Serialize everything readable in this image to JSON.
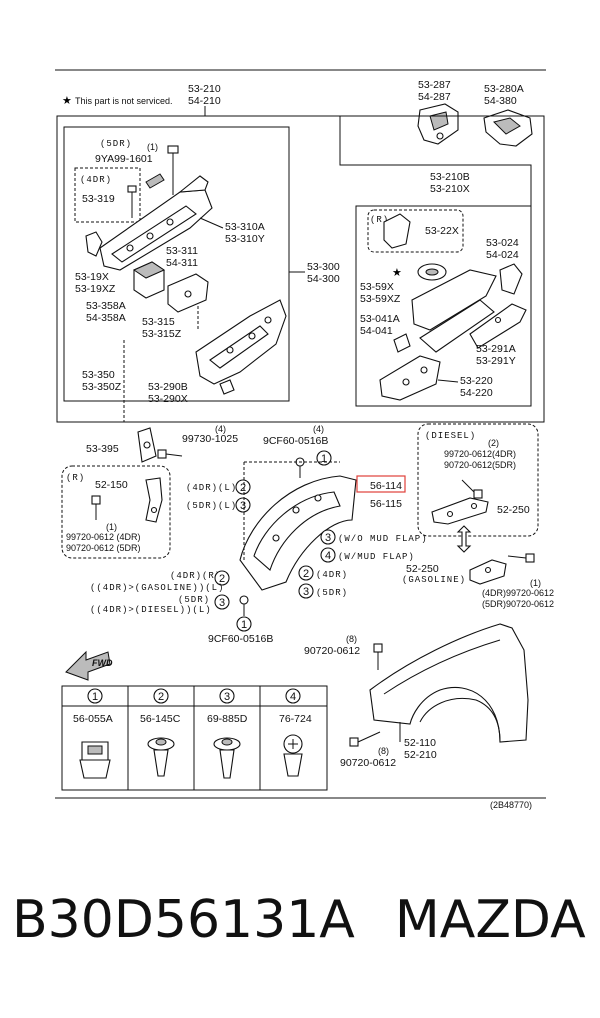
{
  "note": "This part is not serviced.",
  "labels": {
    "l53210": "53-210",
    "l54210": "54-210",
    "l53287": "53-287",
    "l54287": "54-287",
    "l53280a": "53-280A",
    "l54380": "54-380",
    "l53210b": "53-210B",
    "l53210x": "53-210X",
    "l5dr_a": "(5DR)",
    "l1_a": "(1)",
    "l9ya99": "9YA99-1601",
    "l4dr_a": "(4DR)",
    "l53319": "53-319",
    "l53310a": "53-310A",
    "l53310y": "53-310Y",
    "l53311": "53-311",
    "l54311": "54-311",
    "l5319x": "53-19X",
    "l5319xz": "53-19XZ",
    "l53358a": "53-358A",
    "l54358a": "54-358A",
    "l53315": "53-315",
    "l53315z": "53-315Z",
    "l53300": "53-300",
    "l54300": "54-300",
    "l53350": "53-350",
    "l53350z": "53-350Z",
    "l53290b": "53-290B",
    "l53290x": "53-290X",
    "lr_a": "(R)",
    "l5322x": "53-22X",
    "l53024": "53-024",
    "l54024": "54-024",
    "l5359x": "53-59X",
    "l5359xz": "53-59XZ",
    "l53041a": "53-041A",
    "l54041": "54-041",
    "l53291a": "53-291A",
    "l53291y": "53-291Y",
    "l53220": "53-220",
    "l54220": "54-220",
    "l53395": "53-395",
    "l4_a": "(4)",
    "l99730": "99730-1025",
    "l4_b": "(4)",
    "l9cf60a": "9CF60-0516B",
    "ldiesel": "(DIESEL)",
    "lr_b": "(R)",
    "l52150": "52-150",
    "l4drl": "(4DR)(L)",
    "l5drl": "(5DR)(L)",
    "l56114": "56-114",
    "l56115": "56-115",
    "l1_b": "(1)",
    "l99720a": "99720-0612 (4DR)",
    "l90720a": "90720-0612 (5DR)",
    "l2_a": "(2)",
    "l99720b": "99720-0612(4DR)",
    "l90720b": "90720-0612(5DR)",
    "l52250a": "52-250",
    "lwomud": "(W/O MUD FLAP)",
    "lwmud": "(W/MUD FLAP)",
    "l4drr": "(4DR)(R)",
    "l4drgas": "((4DR)>(GASOLINE))(L)",
    "l5drr": "(5DR)",
    "l4drdiesel": "((4DR)>(DIESEL))(L)",
    "l4dr_b": "(4DR)",
    "l5dr_b": "(5DR)",
    "l52250b": "52-250",
    "lgasoline": "(GASOLINE)",
    "l1_c": "(1)",
    "l99720c": "(4DR)99720-0612",
    "l90720c": "(5DR)90720-0612",
    "l9cf60b": "9CF60-0516B",
    "l8_a": "(8)",
    "l90720d": "90720-0612",
    "l52110": "52-110",
    "l52210": "52-210",
    "l8_b": "(8)",
    "l90720e": "90720-0612",
    "lfwd": "FWD",
    "lcode": "(2B48770)"
  },
  "legend": {
    "nums": [
      "1",
      "2",
      "3",
      "4"
    ],
    "parts": [
      "56-055A",
      "56-145C",
      "69-885D",
      "76-724"
    ]
  },
  "highlight_color": "#e0403a",
  "footer": {
    "part_number": "B30D56131A",
    "brand": "MAZDA"
  }
}
